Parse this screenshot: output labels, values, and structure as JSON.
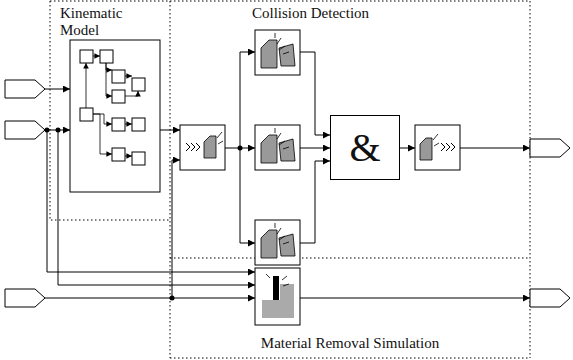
{
  "diagram": {
    "nodes": [
      {
        "text": [
          "Kinematic Model"
        ]
      },
      {
        "text": [
          "Collision Detection"
        ]
      },
      {
        "text": [
          "&"
        ],
        "in": 1
      },
      {
        "text": [
          "Material Removal Simulation"
        ]
      }
    ]
  }
}
